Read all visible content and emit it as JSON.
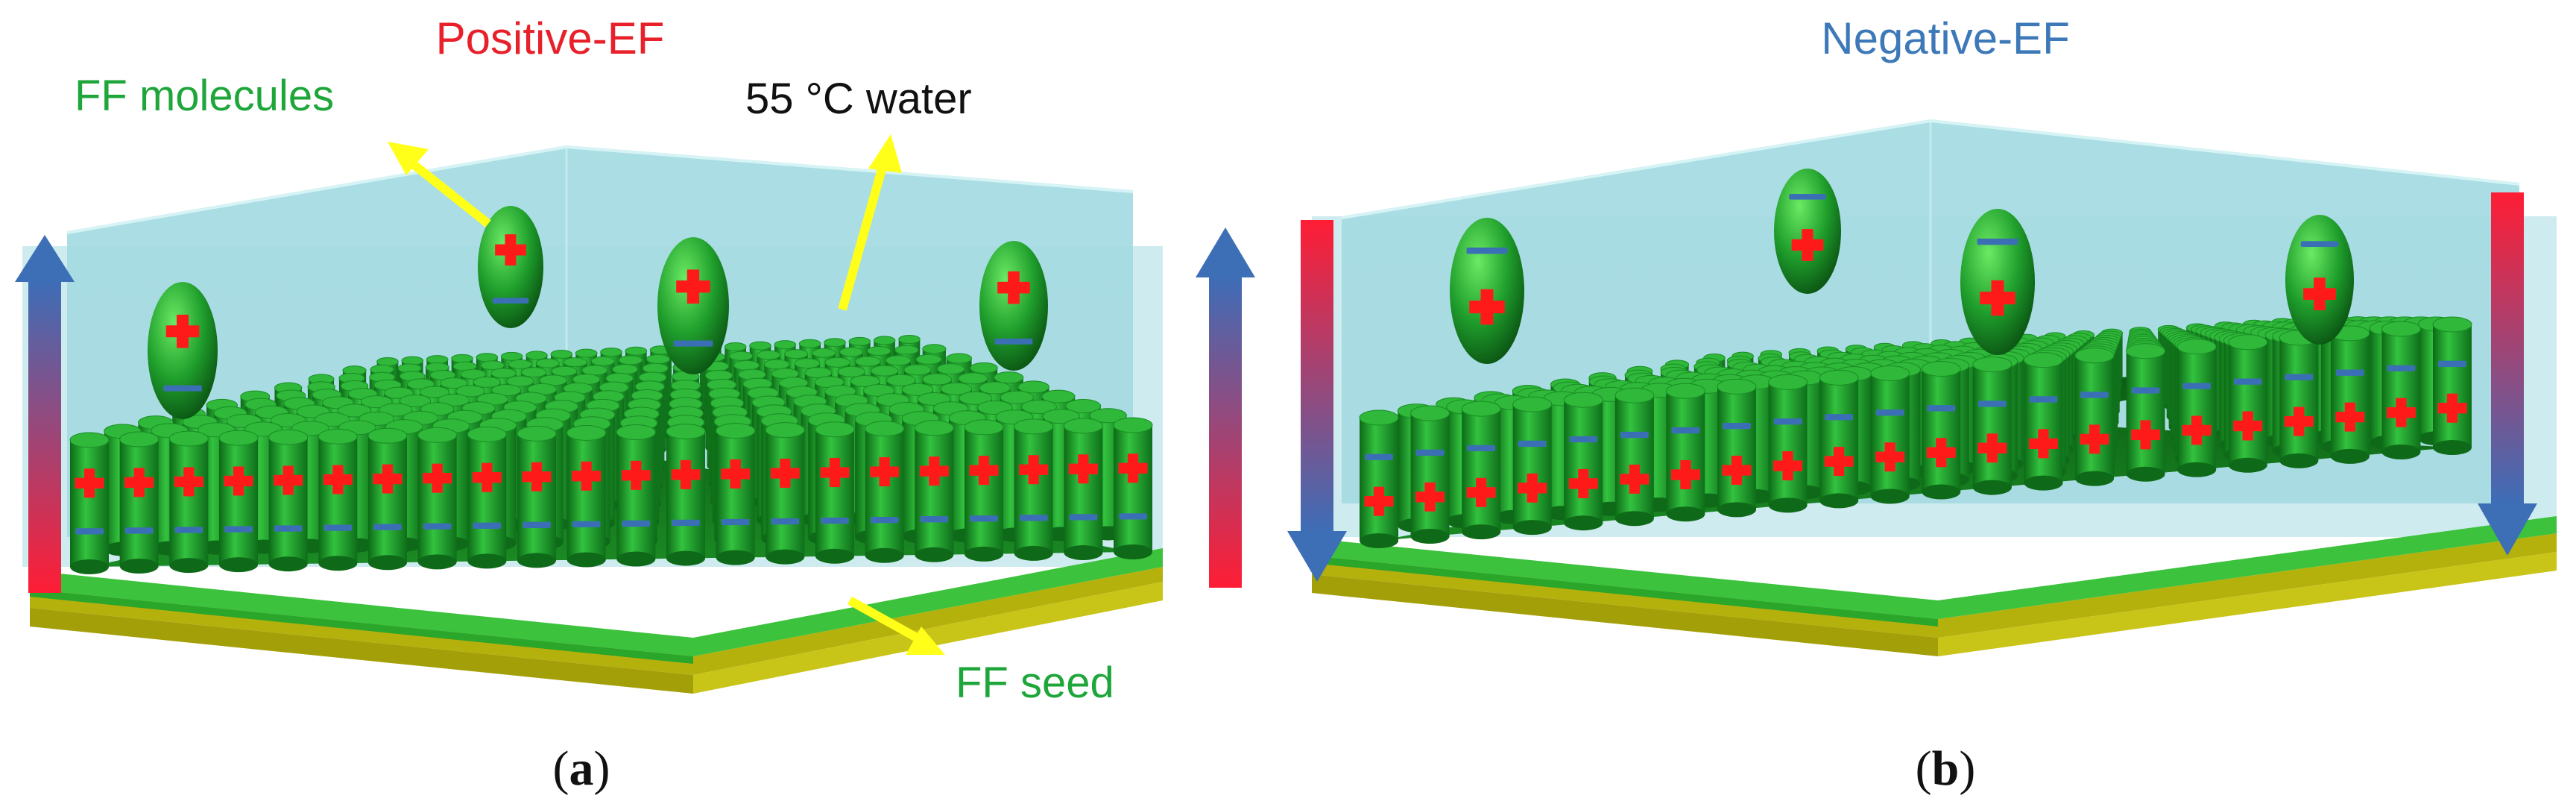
{
  "colors": {
    "positive_label": "#e8202a",
    "negative_label": "#3d79b8",
    "molecule_green": "#1f9e2c",
    "charge_plus": "#ff1a1a",
    "charge_minus": "#3b6fb5",
    "water": "#9fd9df",
    "seed_green": "#3cc23c",
    "substrate_yellow": "#b4b00c",
    "arrow_pointer": "#ffff1a",
    "label_green": "#1fa63a"
  },
  "panels": [
    {
      "id": "a",
      "field_label": "Positive-EF",
      "field_direction": "up",
      "charge_top": "plus",
      "caption_letter": "a",
      "annotations": {
        "molecules": "FF molecules",
        "water": "55 °C water",
        "seed": "FF seed"
      }
    },
    {
      "id": "b",
      "field_label": "Negative-EF",
      "field_direction": "down",
      "charge_top": "minus",
      "caption_letter": "b"
    }
  ],
  "caption_paren_open": "(",
  "caption_paren_close": ")"
}
